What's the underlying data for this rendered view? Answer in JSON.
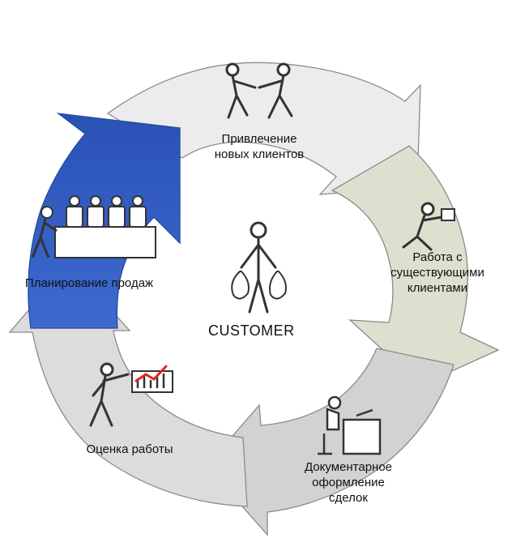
{
  "center": {
    "label": "CUSTOMER",
    "icon": "customer-money-bags-icon"
  },
  "stages": [
    {
      "id": "attraction",
      "lines": [
        "Привлечение",
        "новых клиентов"
      ],
      "icon": "handshake-people-icon",
      "arrow_color": "#e9e9e9"
    },
    {
      "id": "existing",
      "lines": [
        "Работа с",
        "существующими",
        "клиентами"
      ],
      "icon": "running-person-icon",
      "arrow_color": "#dedfcf"
    },
    {
      "id": "documents",
      "lines": [
        "Документарное",
        "оформление",
        "сделок"
      ],
      "icon": "desk-worker-icon",
      "arrow_color": "#cfcfcf"
    },
    {
      "id": "evaluation",
      "lines": [
        "Оценка работы"
      ],
      "icon": "presenter-chart-icon",
      "arrow_color": "#dcdcdc"
    },
    {
      "id": "planning",
      "lines": [
        "Планирование продаж"
      ],
      "icon": "meeting-table-icon",
      "arrow_color": "#2b56b8"
    }
  ],
  "colors": {
    "outline": "#8a8a8a",
    "figure": "#333333",
    "chart_accent": "#e0261e"
  }
}
